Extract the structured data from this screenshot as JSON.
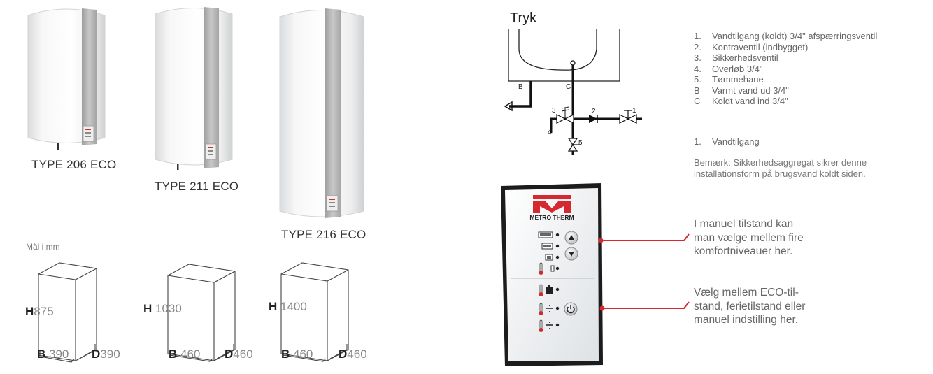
{
  "products": [
    {
      "label": "TYPE 206 ECO"
    },
    {
      "label": "TYPE 211 ECO"
    },
    {
      "label": "TYPE 216 ECO"
    }
  ],
  "dimensions": {
    "note": "Mål i mm",
    "boxes": [
      {
        "h_key": "H",
        "h": "875",
        "b_key": "B",
        "b": "390",
        "d_key": "D",
        "d": "390"
      },
      {
        "h_key": "H",
        "h": "1030",
        "b_key": "B",
        "b": "460",
        "d_key": "D",
        "d": "460"
      },
      {
        "h_key": "H",
        "h": "1400",
        "b_key": "B",
        "b": "460",
        "d_key": "D",
        "d": "460"
      }
    ]
  },
  "schematic": {
    "title": "Tryk",
    "labels": {
      "b": "B",
      "c": "C",
      "n1": "1",
      "n2": "2",
      "n3": "3",
      "n4": "4",
      "n5": "5"
    }
  },
  "legend": {
    "items": [
      {
        "key": "1.",
        "text": "Vandtilgang (koldt) 3/4\" afspærringsventil"
      },
      {
        "key": "2.",
        "text": "Kontraventil (indbygget)"
      },
      {
        "key": "3.",
        "text": "Sikkerhedsventil"
      },
      {
        "key": "4.",
        "text": "Overløb 3/4\""
      },
      {
        "key": "5.",
        "text": "Tømmehane"
      },
      {
        "key": "B",
        "text": "Varmt vand ud 3/4\""
      },
      {
        "key": "C",
        "text": "Koldt vand ind 3/4\""
      }
    ],
    "extra": {
      "key": "1.",
      "text": "Vandtilgang"
    },
    "note_line1": "Bemærk: Sikkerhedsaggregat sikrer denne",
    "note_line2": "installationsform på brugsvand koldt siden."
  },
  "panel": {
    "brand": "METRO THERM",
    "callout1": [
      "I manuel tilstand kan",
      "man vælge mellem fire",
      "komfortniveauer her."
    ],
    "callout2": [
      "Vælg mellem ECO-til-",
      "stand, ferietilstand eller",
      "manuel indstilling her."
    ]
  },
  "colors": {
    "brand_red": "#d7282f",
    "callout_line": "#d7282f",
    "panel_bg": "#eef0f2"
  }
}
